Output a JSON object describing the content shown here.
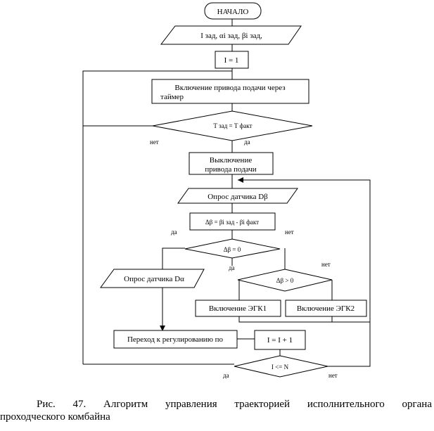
{
  "flowchart": {
    "start": "НАЧАЛО",
    "input": "I зад, αi зад, βi зад,",
    "init": "I = 1",
    "feed_on": [
      "Включение  привода  подачи  через",
      "таймер"
    ],
    "cond_time": "Т зад = Т факт",
    "cond_time_no": "нет",
    "cond_time_yes": "да",
    "feed_off": [
      "Выключение",
      "привода подачи"
    ],
    "sensor_beta": "Опрос датчика Dβ",
    "delta_beta": "Δβ = βi зад - βi факт",
    "cond_zero_yes": "да",
    "cond_zero_no": "нет",
    "cond_zero": "Δβ = 0",
    "cond_pos_yes": "да",
    "cond_pos_no": "нет",
    "sensor_alpha": "Опрос датчика Dα",
    "cond_pos": "Δβ > 0",
    "egk1": "Включение  ЭГК1",
    "egk2": "Включение  ЭГК2",
    "switch_reg": "Переход к регулированию по",
    "increment": "I = I + 1",
    "cond_end": "I <= N",
    "cond_end_yes": "да",
    "cond_end_no": "нет"
  },
  "caption": {
    "line1": "Рис.  47.  Алгоритм  управления  траекторией  исполнительного  органа",
    "line2": "проходческого комбайна"
  }
}
